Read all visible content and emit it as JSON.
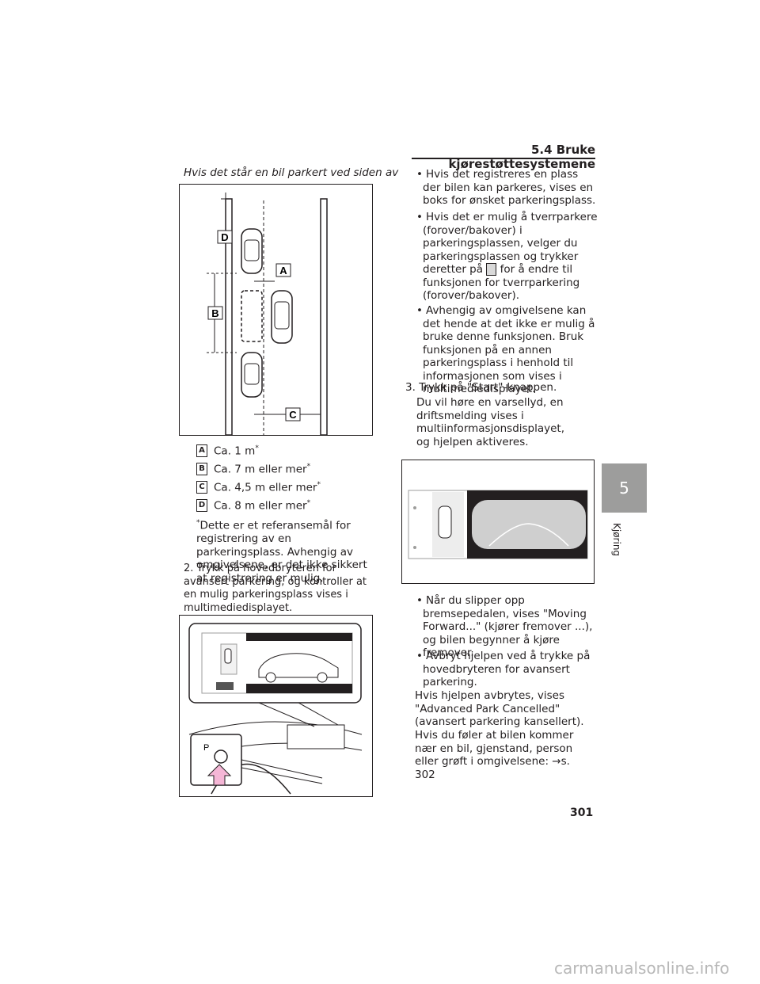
{
  "header": {
    "section": "5.4 Bruke kjørestøttesystemene"
  },
  "left": {
    "caption": "Hvis det står en bil parkert ved siden av",
    "diagram_labels": [
      "A",
      "B",
      "C",
      "D"
    ],
    "legend": [
      {
        "key": "A",
        "text": "Ca. 1 m"
      },
      {
        "key": "B",
        "text": "Ca. 7 m eller mer"
      },
      {
        "key": "C",
        "text": "Ca. 4,5 m eller mer"
      },
      {
        "key": "D",
        "text": "Ca. 8 m eller mer"
      }
    ],
    "footnote_mark": "*",
    "footnote": "Dette er et referansemål for registrering av en parkeringsplass. Avhengig av omgivelsene, er det ikke sikkert at registrering er mulig.",
    "step2_num": "2.",
    "step2": "Trykk på hovedbryteren for avansert parkering, og kontroller at en mulig parkeringsplass vises i multimediedisplayet.",
    "switch_label": "P"
  },
  "right": {
    "bullets1": [
      "Hvis det registreres en plass der bilen kan parkeres, vises en boks for ønsket parkeringsplass.",
      "Hvis det er mulig å tverrparkere (forover/bakover) i parkeringsplassen, velger du parkeringsplassen og trykker deretter på",
      "for å endre til funksjonen for tverrparkering (forover/bakover).",
      "Avhengig av omgivelsene kan det hende at det ikke er mulig å bruke denne funksjonen. Bruk funksjonen på en annen parkeringsplass i henhold til informasjonen som vises i multimediedisplayet."
    ],
    "step3_num": "3.",
    "step3": "Trykk på \"Start\"-knappen.",
    "step3_text": "Du vil høre en varsellyd, en driftsmelding vises i multiinformasjonsdisplayet, og hjelpen aktiveres.",
    "bullets2": [
      "Når du slipper opp bremsepedalen, vises \"Moving Forward...\" (kjører fremover ...), og bilen begynner å kjøre fremover.",
      "Avbryt hjelpen ved å trykke på hovedbryteren for avansert parkering."
    ],
    "para1": "Hvis hjelpen avbrytes, vises \"Advanced Park Cancelled\" (avansert parkering kansellert).",
    "para2": "Hvis du føler at bilen kommer nær en bil, gjenstand, person eller grøft i omgivelsene: →s. 302"
  },
  "side": {
    "chapter": "5",
    "label": "Kjøring"
  },
  "page_number": "301",
  "watermark": "carmanualsonline.info"
}
